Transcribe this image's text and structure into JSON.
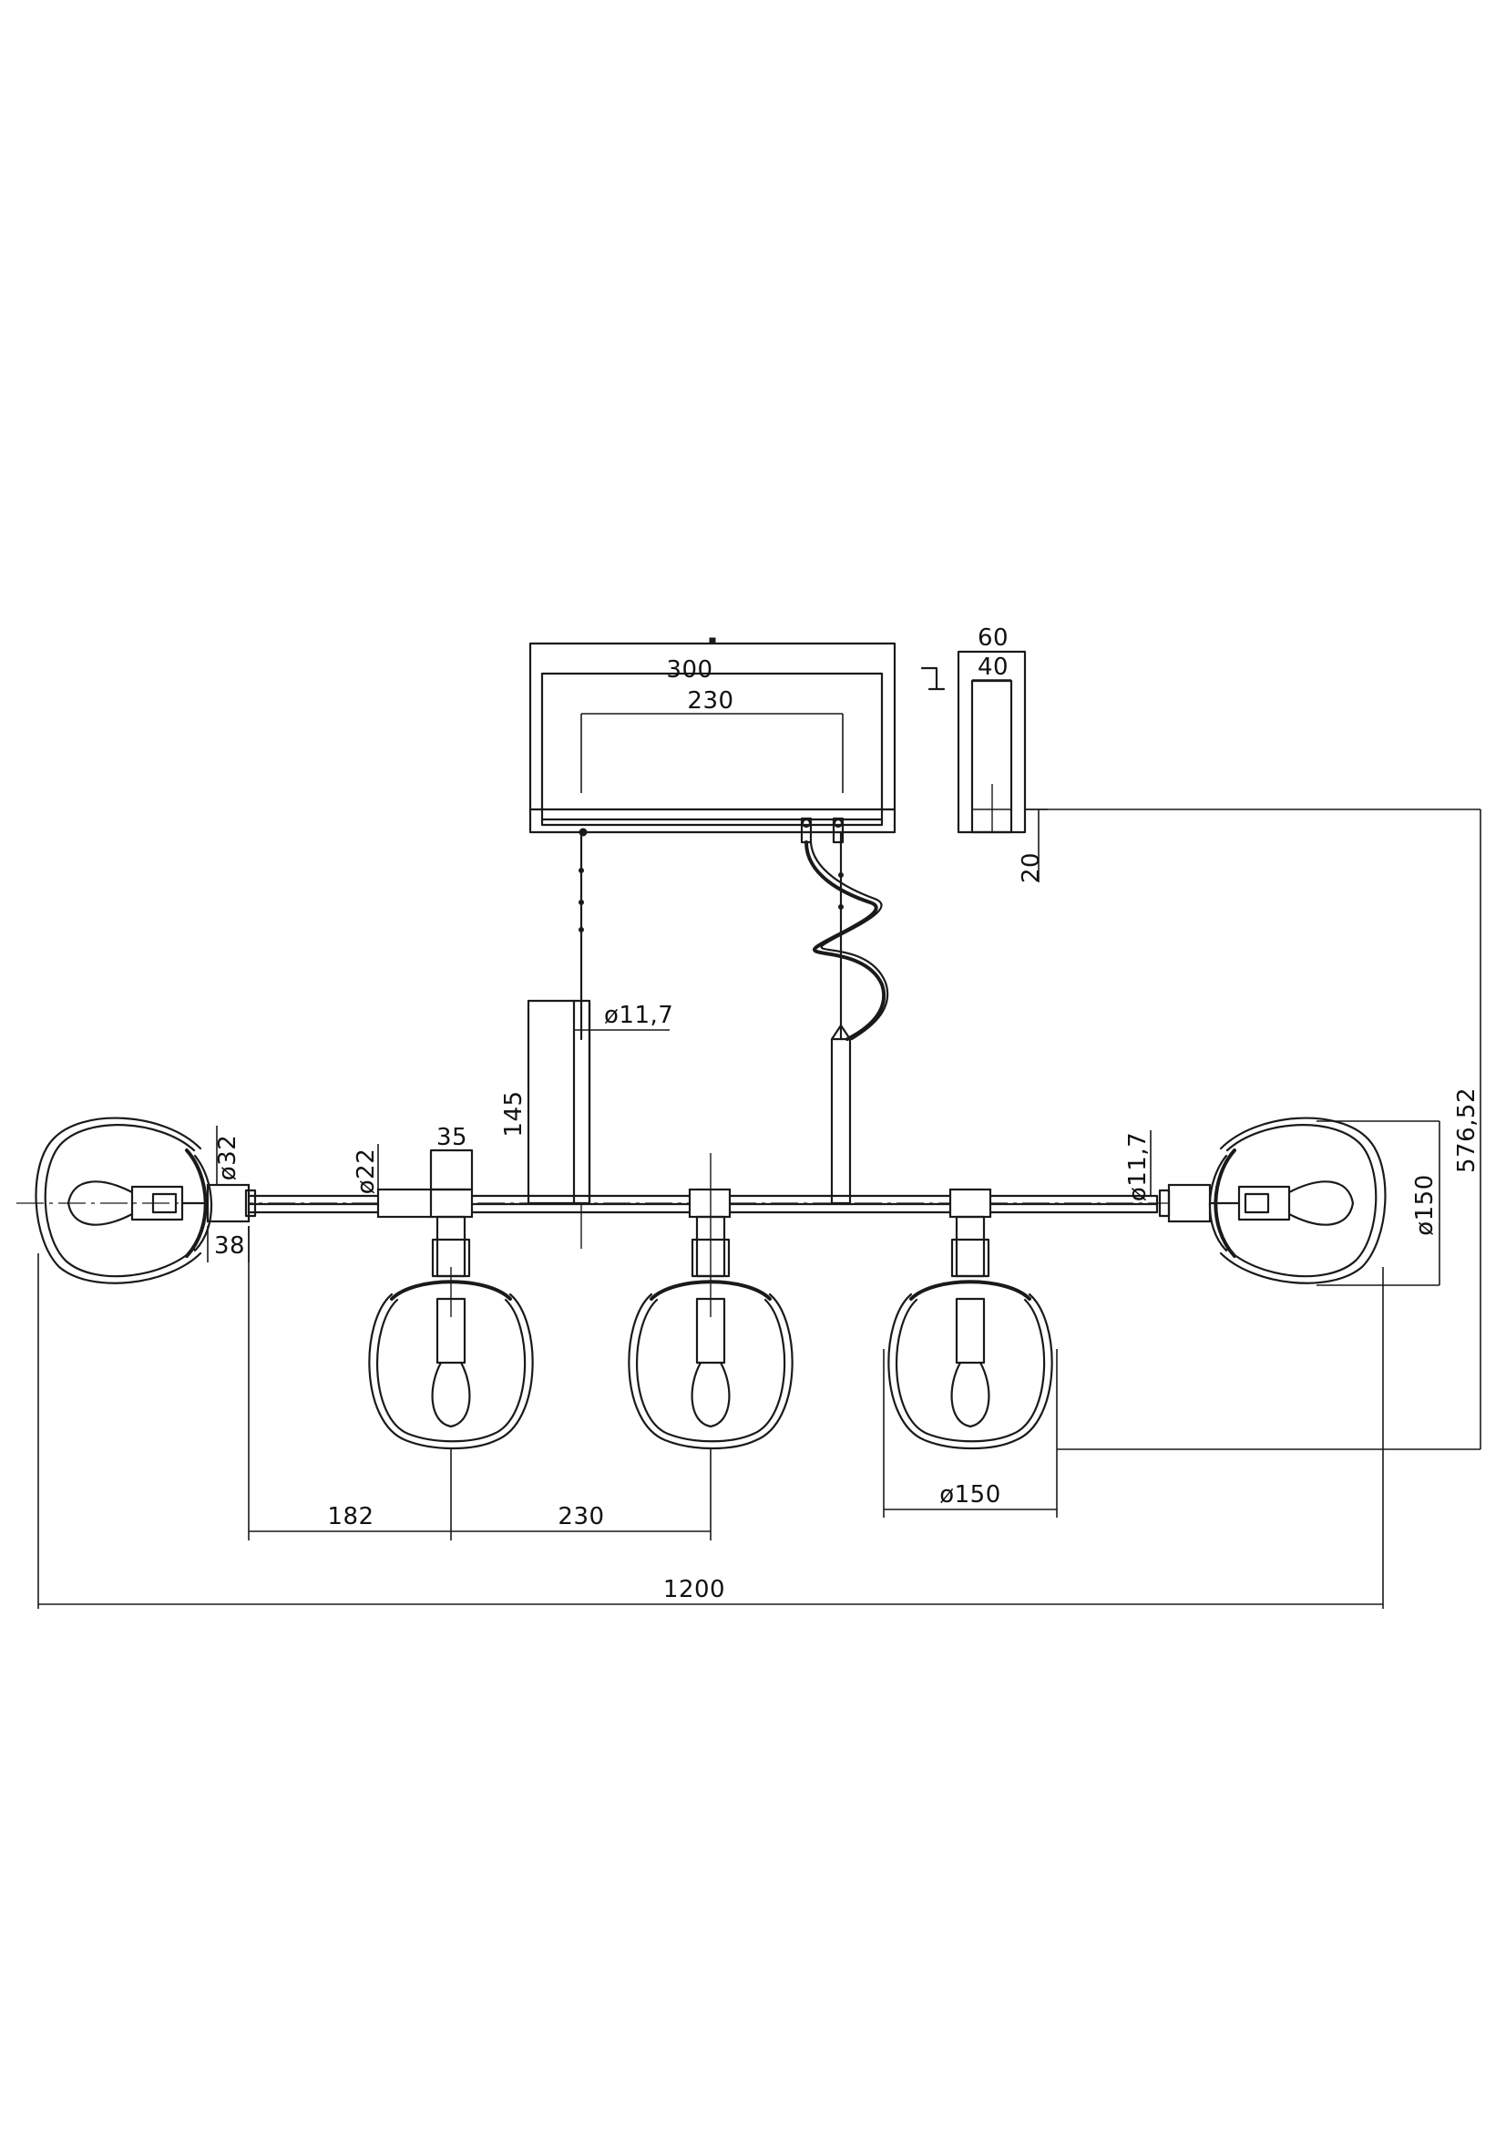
{
  "dimensions": {
    "canopy_width": "300",
    "canopy_inner_width": "230",
    "canopy_depth": "60",
    "canopy_inner_depth": "40",
    "canopy_height": "20",
    "total_height": "576,52",
    "rod_diameter_left": "ø11,7",
    "rod_diameter_right": "ø11,7",
    "rod_holder_height": "145",
    "sleeve_width": "35",
    "arm_diameter": "ø22",
    "socket_holder_diameter": "ø32",
    "socket_holder_width": "38",
    "shade_diameter_side": "ø150",
    "shade_diameter_bottom": "ø150",
    "spacing_left": "182",
    "spacing_center": "230",
    "total_length": "1200"
  }
}
